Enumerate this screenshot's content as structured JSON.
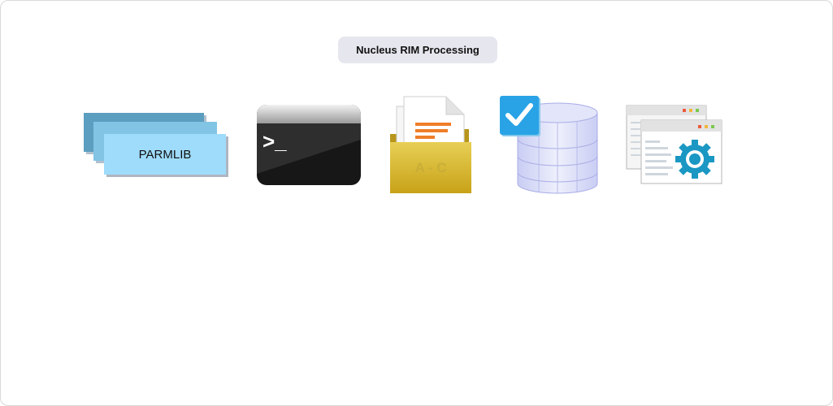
{
  "diagram": {
    "title": "Nucleus RIM Processing",
    "nodes": [
      {
        "id": "parmlib",
        "label": "PARMLIB",
        "icon": "stacked-pages-icon"
      },
      {
        "id": "terminal",
        "label": "",
        "prompt_text": ">_",
        "icon": "terminal-icon"
      },
      {
        "id": "folder",
        "label": "A - C",
        "icon": "folder-icon"
      },
      {
        "id": "database",
        "label": "",
        "icon": "database-check-icon"
      },
      {
        "id": "config",
        "label": "",
        "icon": "window-gear-icon"
      }
    ]
  }
}
